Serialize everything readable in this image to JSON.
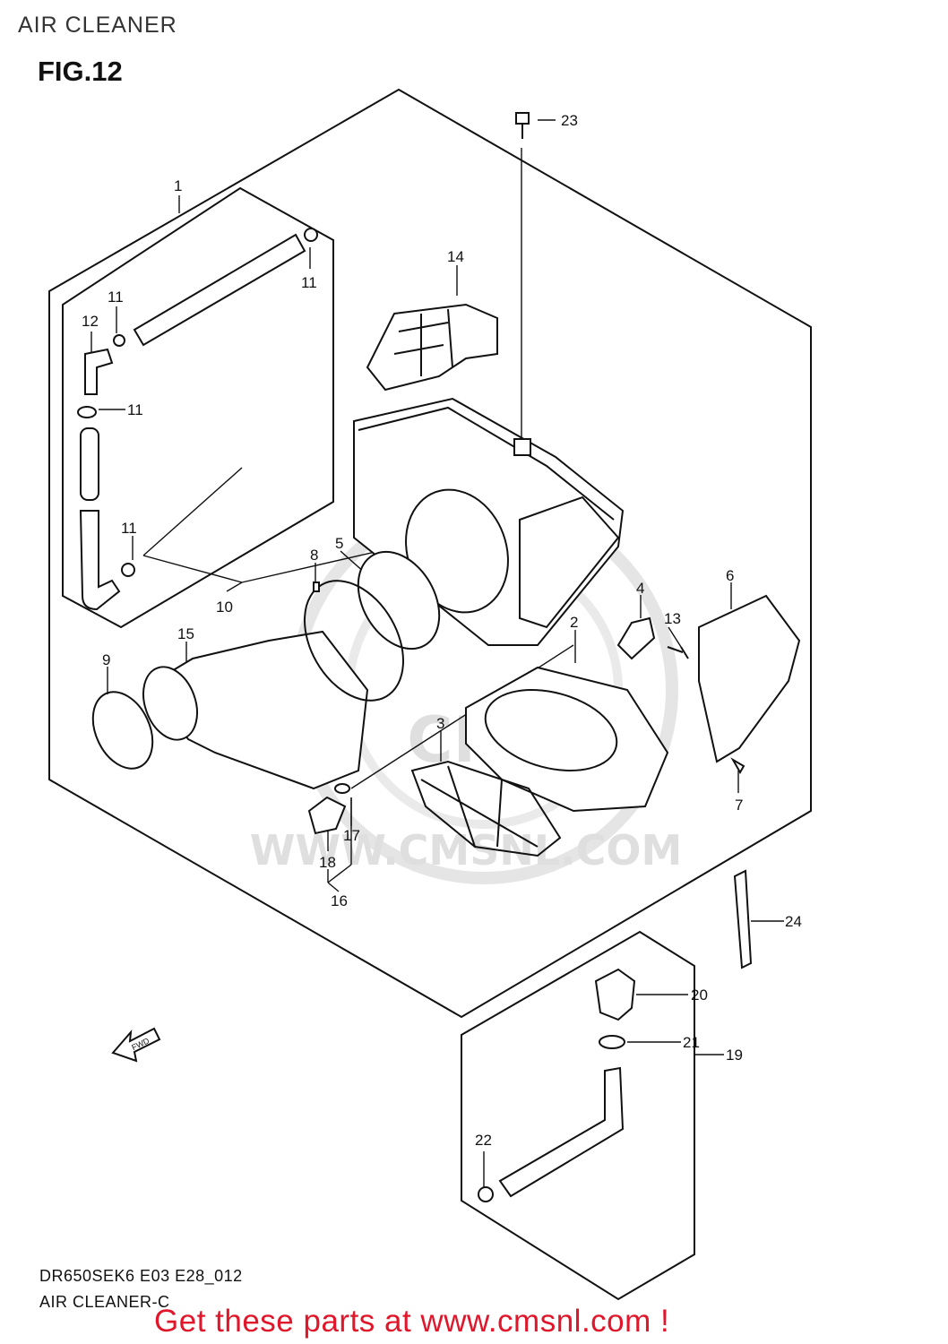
{
  "header": {
    "section_title": "AIR CLEANER",
    "figure_title": "FIG.12"
  },
  "watermark": {
    "text": "WWW.CMSNL.COM",
    "logo_text": "CMS"
  },
  "fwd_arrow": {
    "text": "FWD"
  },
  "part_labels": [
    "1",
    "2",
    "3",
    "4",
    "5",
    "6",
    "7",
    "8",
    "9",
    "10",
    "11",
    "12",
    "13",
    "14",
    "15",
    "16",
    "17",
    "18",
    "19",
    "20",
    "21",
    "22",
    "23",
    "24"
  ],
  "footer": {
    "diagram_code": "DR650SEK6 E03 E28_012",
    "diagram_name": "AIR CLEANER-C",
    "call_to_action": "Get these parts at www.cmsnl.com !"
  }
}
